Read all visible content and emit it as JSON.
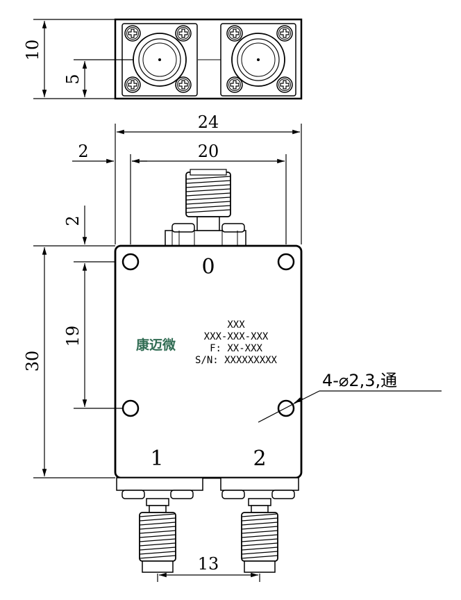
{
  "dimensions": {
    "top_height": "10",
    "top_center": "5",
    "overall_width": "24",
    "hole_spacing_width": "20",
    "side_offset": "2",
    "top_offset": "2",
    "body_height": "30",
    "hole_spacing_height": "19",
    "port_spacing": "13"
  },
  "ports": {
    "input": "0",
    "output_1": "1",
    "output_2": "2"
  },
  "label": {
    "brand": "康迈微",
    "line1": "XXX",
    "line2": "XXX-XXX-XXX",
    "line3": "F: XX-XXX",
    "line4": "S/N: XXXXXXXXX"
  },
  "hole_callout": "4-⌀2,3,通",
  "colors": {
    "brand": "#2f6b52",
    "line": "#000000"
  }
}
